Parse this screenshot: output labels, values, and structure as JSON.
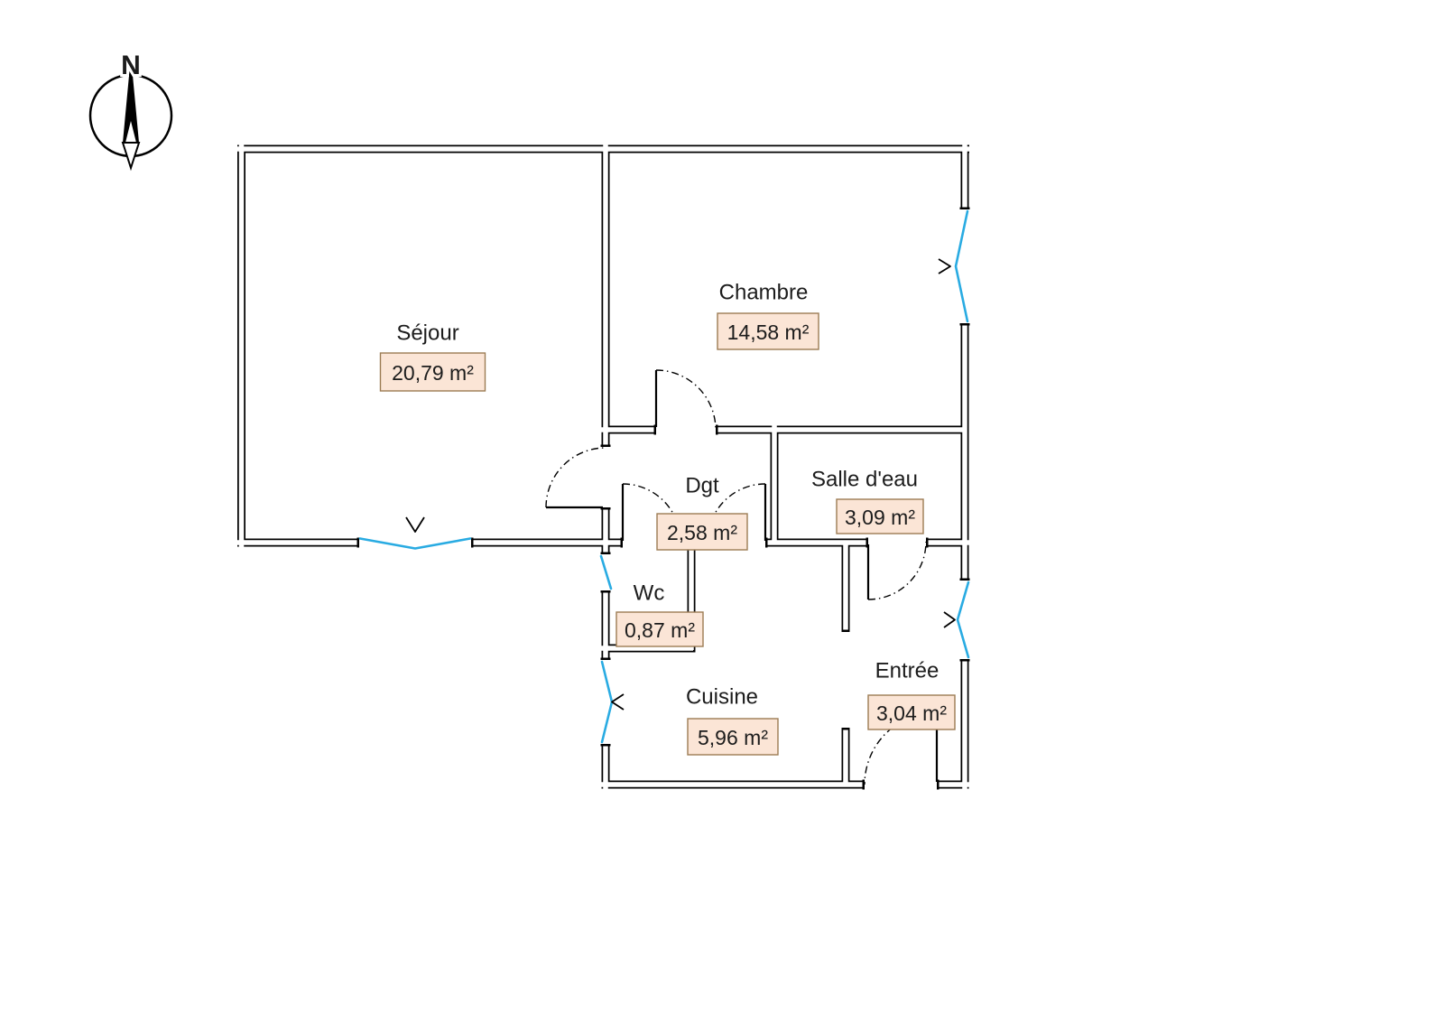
{
  "compass": {
    "label": "N"
  },
  "colors": {
    "wall": "#000000",
    "window": "#29ABE2",
    "label_box_fill": "#FBE5D6",
    "label_box_border": "#9C7C54",
    "text": "#1C1C1C",
    "background": "#FFFFFF"
  },
  "rooms": [
    {
      "name": "Séjour",
      "area": "20,79 m²"
    },
    {
      "name": "Chambre",
      "area": "14,58 m²"
    },
    {
      "name": "Dgt",
      "area": "2,58 m²"
    },
    {
      "name": "Salle d'eau",
      "area": "3,09 m²"
    },
    {
      "name": "Wc",
      "area": "0,87 m²"
    },
    {
      "name": "Cuisine",
      "area": "5,96 m²"
    },
    {
      "name": "Entrée",
      "area": "3,04 m²"
    }
  ]
}
